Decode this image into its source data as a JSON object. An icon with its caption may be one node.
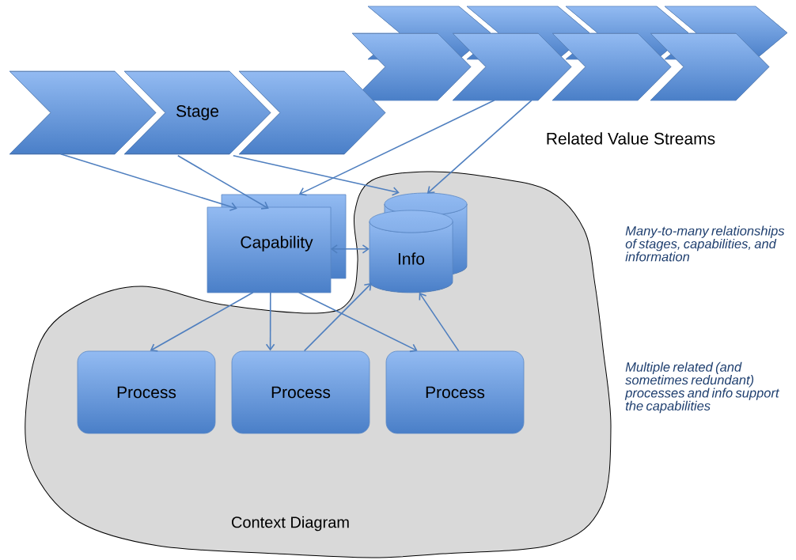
{
  "diagram": {
    "nodes": [
      {
        "text": [],
        "shape": "chevron"
      },
      {
        "text": [],
        "shape": "chevron"
      },
      {
        "text": [],
        "shape": "chevron"
      },
      {
        "text": [],
        "shape": "chevron"
      },
      {
        "text": [],
        "shape": "chevron"
      },
      {
        "text": [],
        "shape": "chevron"
      },
      {
        "text": [],
        "shape": "chevron"
      },
      {
        "text": [],
        "shape": "chevron"
      },
      {
        "text": [],
        "shape": "chevron"
      },
      {
        "text": [
          "Stage"
        ]
      },
      {
        "text": [],
        "shape": "chevron"
      },
      {
        "text": [
          "Capability"
        ]
      },
      {
        "text": [
          "Context Diagram"
        ]
      },
      {
        "text": [
          "Info"
        ],
        "in": 12
      },
      {
        "text": [
          "Process"
        ],
        "in": 12
      },
      {
        "text": [
          "Process"
        ],
        "in": 12
      },
      {
        "text": [
          "Process"
        ],
        "in": 12
      }
    ],
    "edges": [
      {
        "from": 8,
        "to": 11,
        "arrow": "to"
      },
      {
        "from": 9,
        "to": 11,
        "arrow": "to"
      },
      {
        "from": 9,
        "to": 13,
        "arrow": "to"
      },
      {
        "from": 5,
        "to": 11,
        "arrow": "to"
      },
      {
        "from": 5,
        "to": 13,
        "arrow": "to"
      },
      {
        "from": 11,
        "to": 13,
        "arrow": "both"
      },
      {
        "from": 11,
        "to": 14,
        "arrow": "to"
      },
      {
        "from": 11,
        "to": 15,
        "arrow": "to"
      },
      {
        "from": 11,
        "to": 16,
        "arrow": "to"
      },
      {
        "from": 15,
        "to": 13,
        "arrow": "to"
      },
      {
        "from": 16,
        "to": 13,
        "arrow": "to"
      }
    ],
    "labels": [
      "Related Value Streams",
      "Many-to-many relationships of stages, capabilities, and information",
      "Multiple related (and sometimes redundant) processes and info support the capabilities"
    ]
  }
}
